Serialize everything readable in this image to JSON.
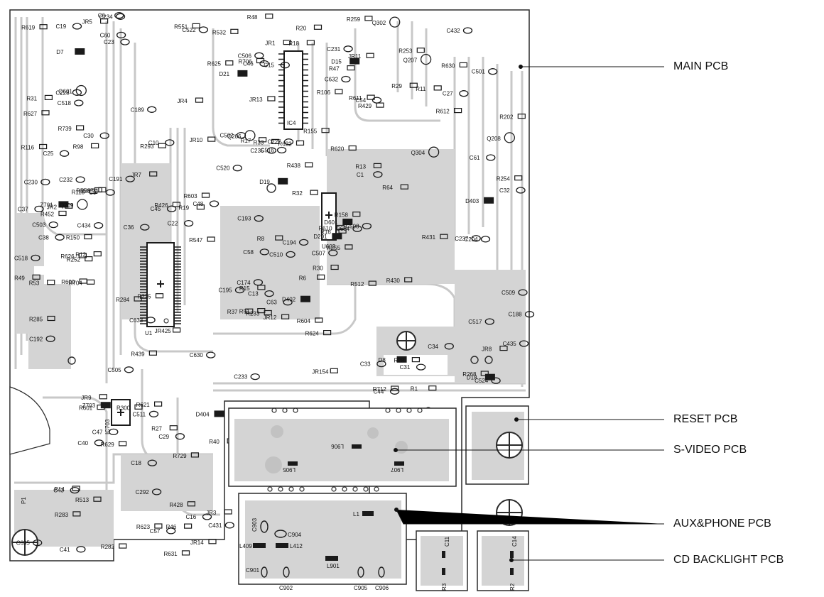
{
  "callouts": {
    "main": "MAIN PCB",
    "reset": "RESET PCB",
    "svideo": "S-VIDEO PCB",
    "aux": "AUX&PHONE PCB",
    "cd": "CD BACKLIGHT PCB"
  },
  "main_board": {
    "ic_u1": "U1",
    "ic_ic4": "IC4",
    "ic_u603": "U603",
    "ic_ic703": "IC703",
    "pin_p1": "P1",
    "labels": [
      "JR12",
      "R98",
      "R15",
      "R14",
      "D201",
      "C29",
      "JR11",
      "C227",
      "C54",
      "R6",
      "C23",
      "R12",
      "R202",
      "R37",
      "R13",
      "R282",
      "R17",
      "R32",
      "C47",
      "C48",
      "R283",
      "C292",
      "R33",
      "R16",
      "C31",
      "C30",
      "C46",
      "C38",
      "C33",
      "C32",
      "C174",
      "C58",
      "C10",
      "R29",
      "R27",
      "R28",
      "R20",
      "R19",
      "C36",
      "C57",
      "C37",
      "C507",
      "C41",
      "R30",
      "C40",
      "C61",
      "R31",
      "C44",
      "C18",
      "C60",
      "C19",
      "C27",
      "JR1",
      "JR2",
      "JR7",
      "R11",
      "C6",
      "D15",
      "D21",
      "R8",
      "C16",
      "D8",
      "C45",
      "C43",
      "D7",
      "C191",
      "C192",
      "C193",
      "C194",
      "R513",
      "R512",
      "C524",
      "C204",
      "C506",
      "C188",
      "C508",
      "C510",
      "R452",
      "R611",
      "R429",
      "R284",
      "R551",
      "C509",
      "C503",
      "C505",
      "C511",
      "R428",
      "R610",
      "R612",
      "R547",
      "C517",
      "C518",
      "C516",
      "C195",
      "C522",
      "R233",
      "C501",
      "C502",
      "R532",
      "R601",
      "C432",
      "R438",
      "JR10",
      "R430",
      "R439",
      "C431",
      "R431",
      "R739",
      "Z703",
      "R426",
      "JR4",
      "JR8",
      "JR425",
      "JR9",
      "C435",
      "R603",
      "R604",
      "C434",
      "D402",
      "D601",
      "Q601",
      "JR3",
      "R706",
      "D403",
      "R293",
      "Z701",
      "JR14",
      "C34",
      "R18",
      "JR13",
      "D19",
      "R225",
      "R155",
      "JR154",
      "C15",
      "R49",
      "R48",
      "R47",
      "C232",
      "C233",
      "C234",
      "C230",
      "C231",
      "R158",
      "R46",
      "R106",
      "R116",
      "R156",
      "C25",
      "C63",
      "Q209",
      "C228",
      "C9",
      "R118",
      "R150",
      "R729",
      "C13",
      "D18",
      "D404",
      "C235",
      "Q304",
      "R255",
      "R704",
      "Q206",
      "R1",
      "R300",
      "R252",
      "R253",
      "C520",
      "C518",
      "R64",
      "R53",
      "R51",
      "Q207",
      "Q208",
      "C22",
      "C237",
      "R40",
      "R629",
      "R624",
      "C630",
      "R626",
      "R625",
      "R622",
      "C635",
      "R620",
      "R623",
      "R621",
      "C634",
      "R630",
      "JR5",
      "R259",
      "R627",
      "R631",
      "R619",
      "C633",
      "C632",
      "R609",
      "R285",
      "R712",
      "R254",
      "R268",
      "Q302",
      "R287",
      "C189",
      "C1"
    ]
  },
  "svideo_board": {
    "labels": [
      "L906",
      "L905",
      "L907"
    ]
  },
  "aux_board": {
    "labels": [
      "L1",
      "C903",
      "C904",
      "L409",
      "L412",
      "L901",
      "C901",
      "C902",
      "C905",
      "C906"
    ]
  },
  "cd_board": {
    "labels": [
      "C11",
      "C14",
      "R3",
      "R2"
    ]
  },
  "colors": {
    "trace": "#c8c8c8",
    "outline": "#2a2a2a",
    "pad": "#1a1a1a",
    "text": "#111111"
  }
}
